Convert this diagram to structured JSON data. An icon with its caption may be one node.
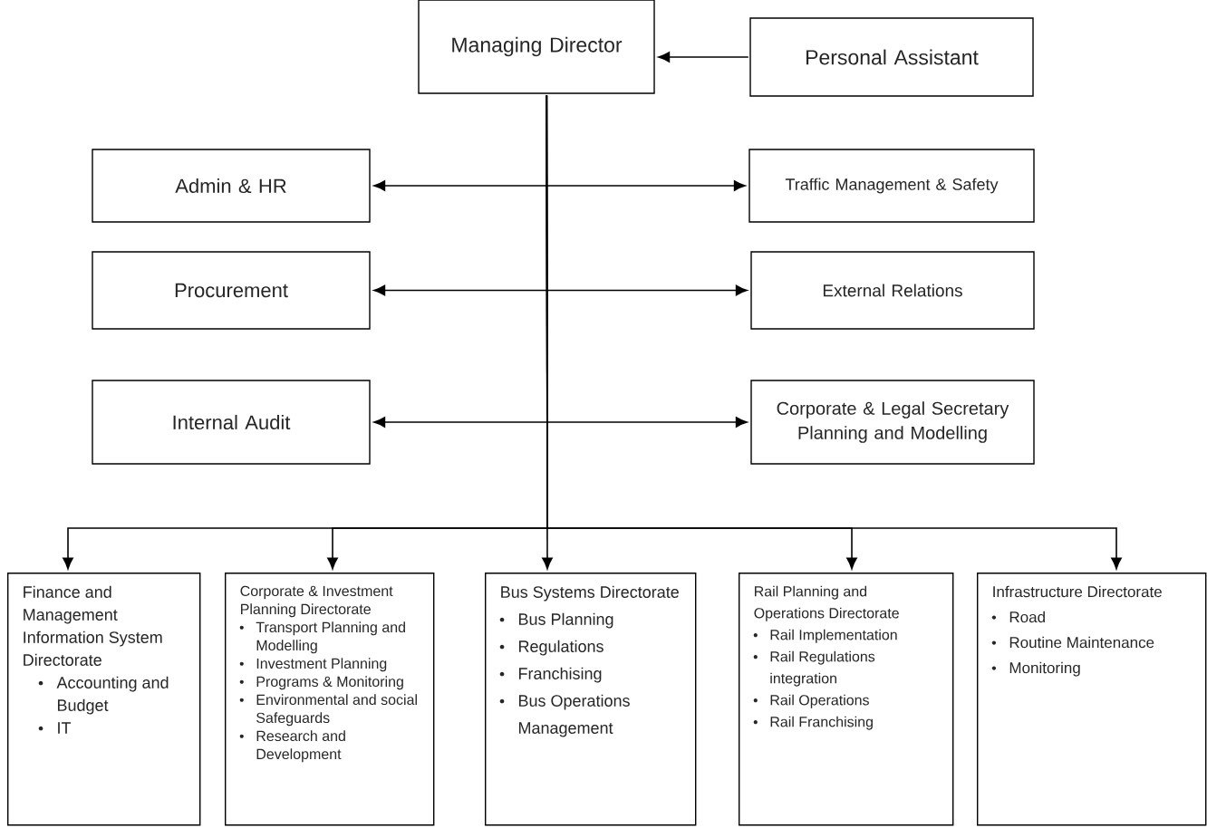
{
  "diagram": {
    "nodes": [
      {
        "text": [
          "Managing Director"
        ]
      },
      {
        "text": [
          "Personal Assistant"
        ]
      },
      {
        "text": [
          "Admin & HR"
        ]
      },
      {
        "text": [
          "Traffic Management & Safety"
        ]
      },
      {
        "text": [
          "Procurement"
        ]
      },
      {
        "text": [
          "External Relations"
        ]
      },
      {
        "text": [
          "Internal Audit"
        ]
      },
      {
        "text": [
          "Corporate & Legal Secretary Planning and Modelling"
        ]
      },
      {
        "text": [
          "Finance and Management Information System Directorate",
          "Accounting and Budget",
          "IT"
        ]
      },
      {
        "text": [
          "Corporate & Investment Planning Directorate",
          "Transport Planning and Modelling",
          "Investment Planning",
          "Programs & Monitoring",
          "Environmental and social Safeguards",
          "Research and Development"
        ]
      },
      {
        "text": [
          "Bus Systems Directorate",
          "Bus Planning",
          "Regulations",
          "Franchising",
          "Bus Operations Management"
        ]
      },
      {
        "text": [
          "Rail Planning and Operations Directorate",
          "Rail Implementation",
          "Rail Regulations integration",
          "Rail Operations",
          "Rail Franchising"
        ]
      },
      {
        "text": [
          "Infrastructure Directorate",
          "Road",
          "Routine Maintenance",
          "Monitoring"
        ]
      }
    ],
    "edges": [
      {
        "from": 1,
        "to": 0,
        "arrow": "to"
      },
      {
        "from": 2,
        "to": 3,
        "arrow": "both"
      },
      {
        "from": 4,
        "to": 5,
        "arrow": "both"
      },
      {
        "from": 6,
        "to": 7,
        "arrow": "both"
      },
      {
        "from": 0,
        "to": 8,
        "arrow": "to"
      },
      {
        "from": 0,
        "to": 9,
        "arrow": "to"
      },
      {
        "from": 0,
        "to": 10,
        "arrow": "to"
      },
      {
        "from": 0,
        "to": 11,
        "arrow": "to"
      },
      {
        "from": 0,
        "to": 12,
        "arrow": "to"
      }
    ]
  }
}
